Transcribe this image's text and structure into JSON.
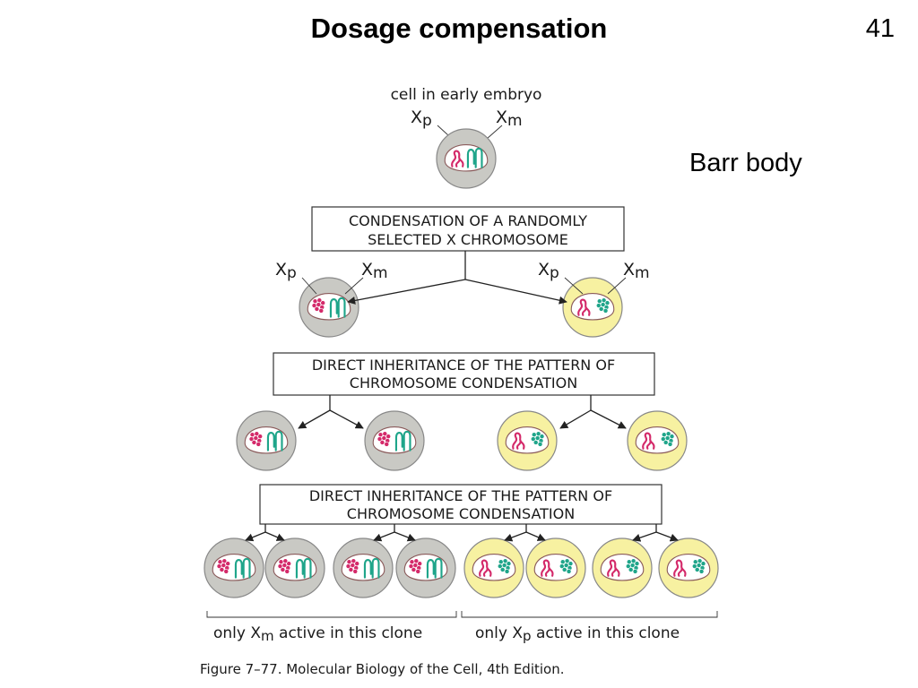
{
  "slide": {
    "title": "Dosage compensation",
    "number": "41",
    "side_label": "Barr body"
  },
  "figure": {
    "top_label": "cell in early embryo",
    "chrom_p_letter": "X",
    "chrom_p_sub": "p",
    "chrom_m_letter": "X",
    "chrom_m_sub": "m",
    "box1": [
      "CONDENSATION OF A RANDOMLY",
      "SELECTED X CHROMOSOME"
    ],
    "box2": [
      "DIRECT INHERITANCE OF THE PATTERN OF",
      "CHROMOSOME CONDENSATION"
    ],
    "box3": [
      "DIRECT INHERITANCE OF THE PATTERN OF",
      "CHROMOSOME CONDENSATION"
    ],
    "clone_left": {
      "before": "only X",
      "sub": "m",
      "after": " active in this clone"
    },
    "clone_right": {
      "before": "only X",
      "sub": "p",
      "after": " active in this clone"
    },
    "caption": "Figure 7–77. Molecular Biology of the Cell, 4th Edition."
  },
  "colors": {
    "gray_cell": "#c9c9c4",
    "yellow_cell": "#f7f1a1",
    "nucleus": "#ffffff",
    "paternal_chromosome": "#d42a6a",
    "maternal_chromosome": "#1fa58a"
  }
}
